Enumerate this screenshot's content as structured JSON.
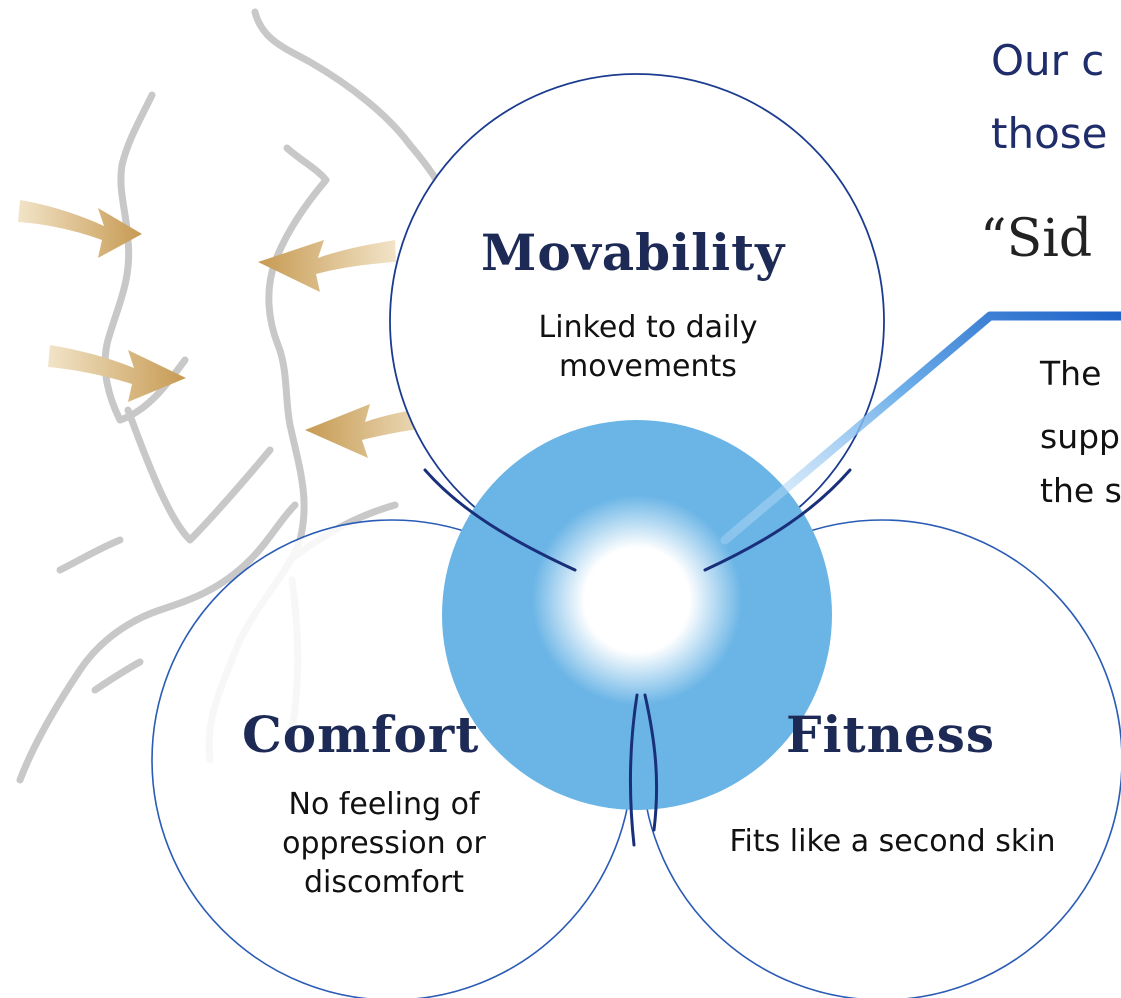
{
  "heading": {
    "line1": "Our c",
    "line2": "those",
    "quote": "“Sid"
  },
  "callout": {
    "line1": "The",
    "line2": "supp",
    "line3": "the s"
  },
  "circles": {
    "movability": {
      "title": "Movability",
      "body": "Linked to daily movements"
    },
    "comfort": {
      "title": "Comfort",
      "body": "No feeling of oppression or discomfort"
    },
    "fitness": {
      "title": "Fitness",
      "body": "Fits like a  second skin"
    }
  },
  "colors": {
    "heading_navy": "#1f2d6b",
    "title_navy": "#1d2a55",
    "center_blue": "#6bb5e6",
    "ring_line": "#1b3b8f",
    "callout_line": "#1f6fd0",
    "arrow_gold": "#c9a25f",
    "body_sketch": "#c4c4c4"
  },
  "icons": [
    "body-sketch-icon",
    "inward-arrow-icon",
    "callout-connector-icon"
  ]
}
